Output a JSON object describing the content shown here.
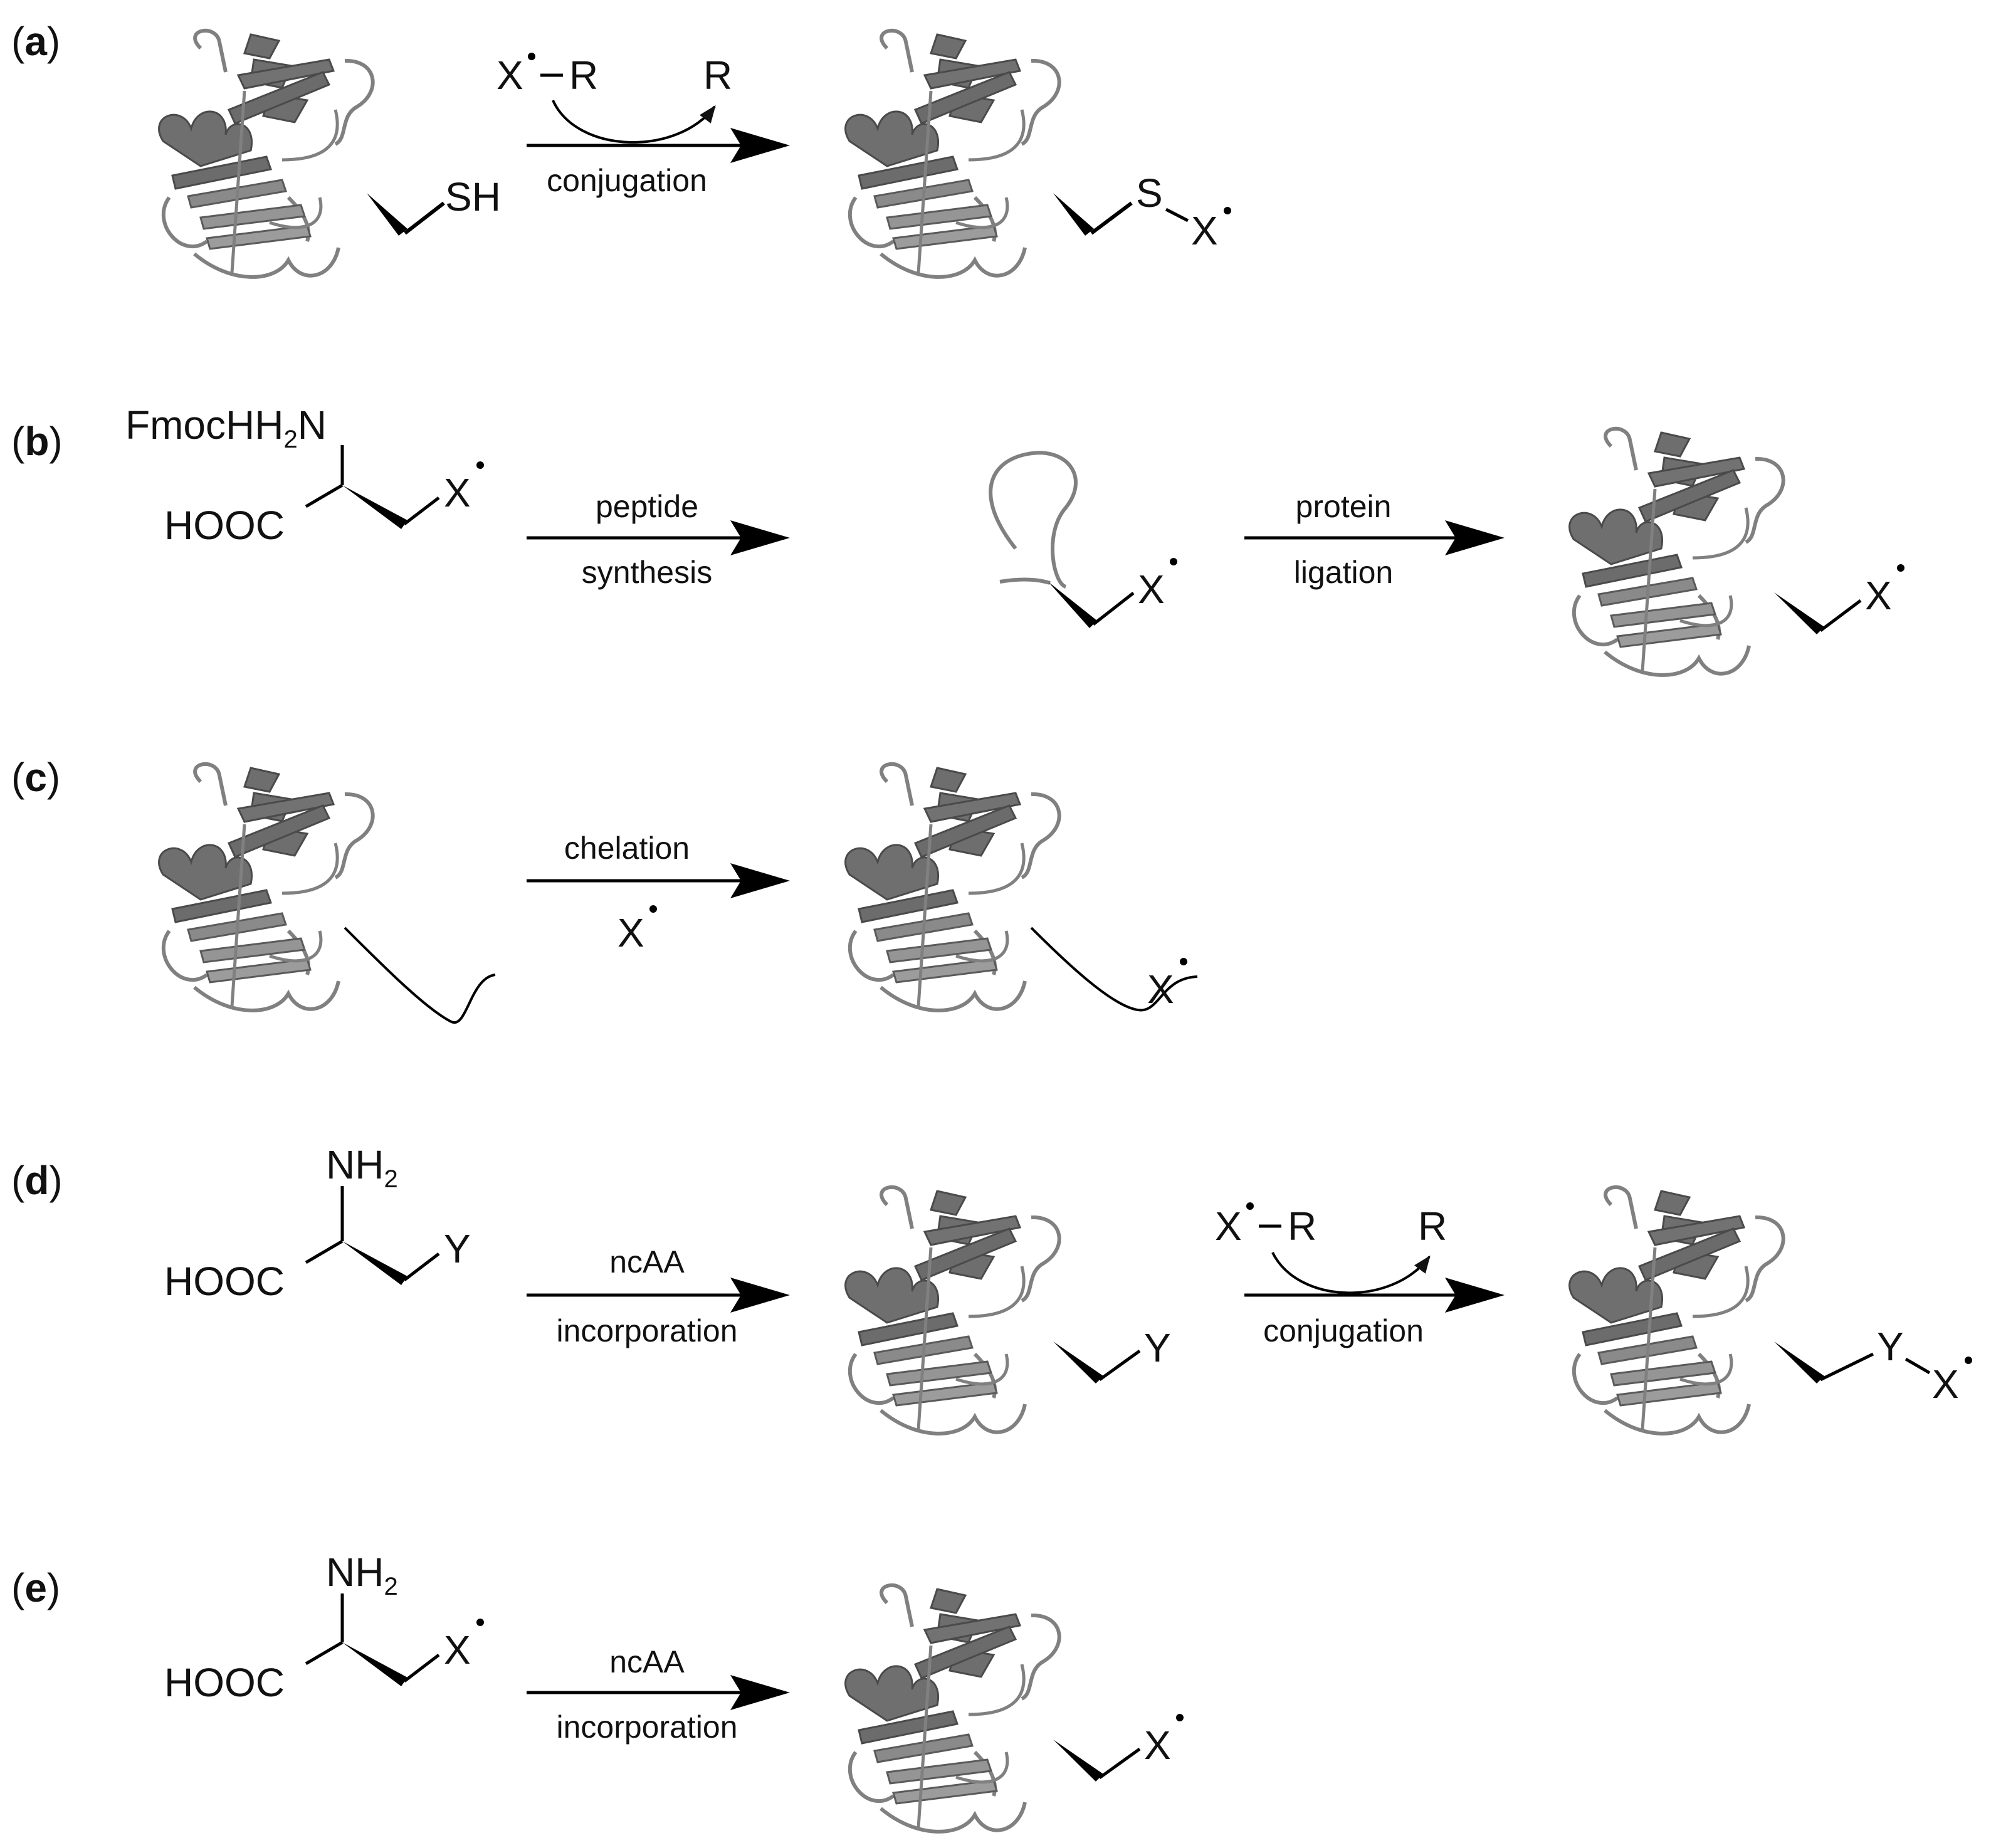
{
  "panels": {
    "a": {
      "label_letter": "a",
      "reagent": "X",
      "reagent_partner": "R",
      "leaving_group": "R",
      "arrow_label": "conjugation",
      "thiol": "SH",
      "product_s": "S",
      "product_x": "X"
    },
    "b": {
      "label_letter": "b",
      "fmoc": "FmocHH",
      "fmoc_sub": "2",
      "fmoc_n": "N",
      "hooc": "HOOC",
      "x1": "X",
      "arrow1_top": "peptide",
      "arrow1_bottom": "synthesis",
      "x2": "X",
      "arrow2_top": "protein",
      "arrow2_bottom": "ligation",
      "x3": "X"
    },
    "c": {
      "label_letter": "c",
      "arrow_top": "chelation",
      "arrow_bottom": "X",
      "x_product": "X"
    },
    "d": {
      "label_letter": "d",
      "nh": "NH",
      "nh_sub": "2",
      "hooc": "HOOC",
      "y1": "Y",
      "arrow1_top": "ncAA",
      "arrow1_bottom": "incorporation",
      "y2": "Y",
      "reagent": "X",
      "reagent_partner": "R",
      "leaving_group": "R",
      "arrow2_label": "conjugation",
      "y3": "Y",
      "x_product": "X"
    },
    "e": {
      "label_letter": "e",
      "nh": "NH",
      "nh_sub": "2",
      "hooc": "HOOC",
      "x1": "X",
      "arrow_top": "ncAA",
      "arrow_bottom": "incorporation",
      "x2": "X"
    }
  }
}
